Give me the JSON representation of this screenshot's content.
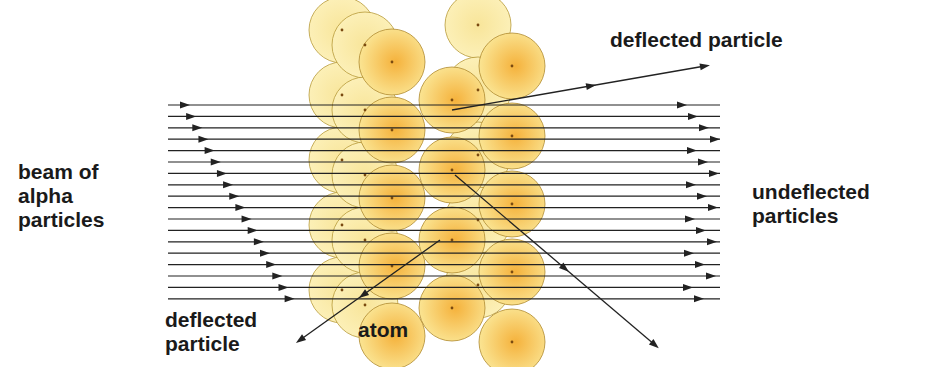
{
  "diagram": {
    "labels": [
      "deflected particle",
      "beam of alpha particles",
      "undeflected particles",
      "deflected particle",
      "atom"
    ]
  }
}
